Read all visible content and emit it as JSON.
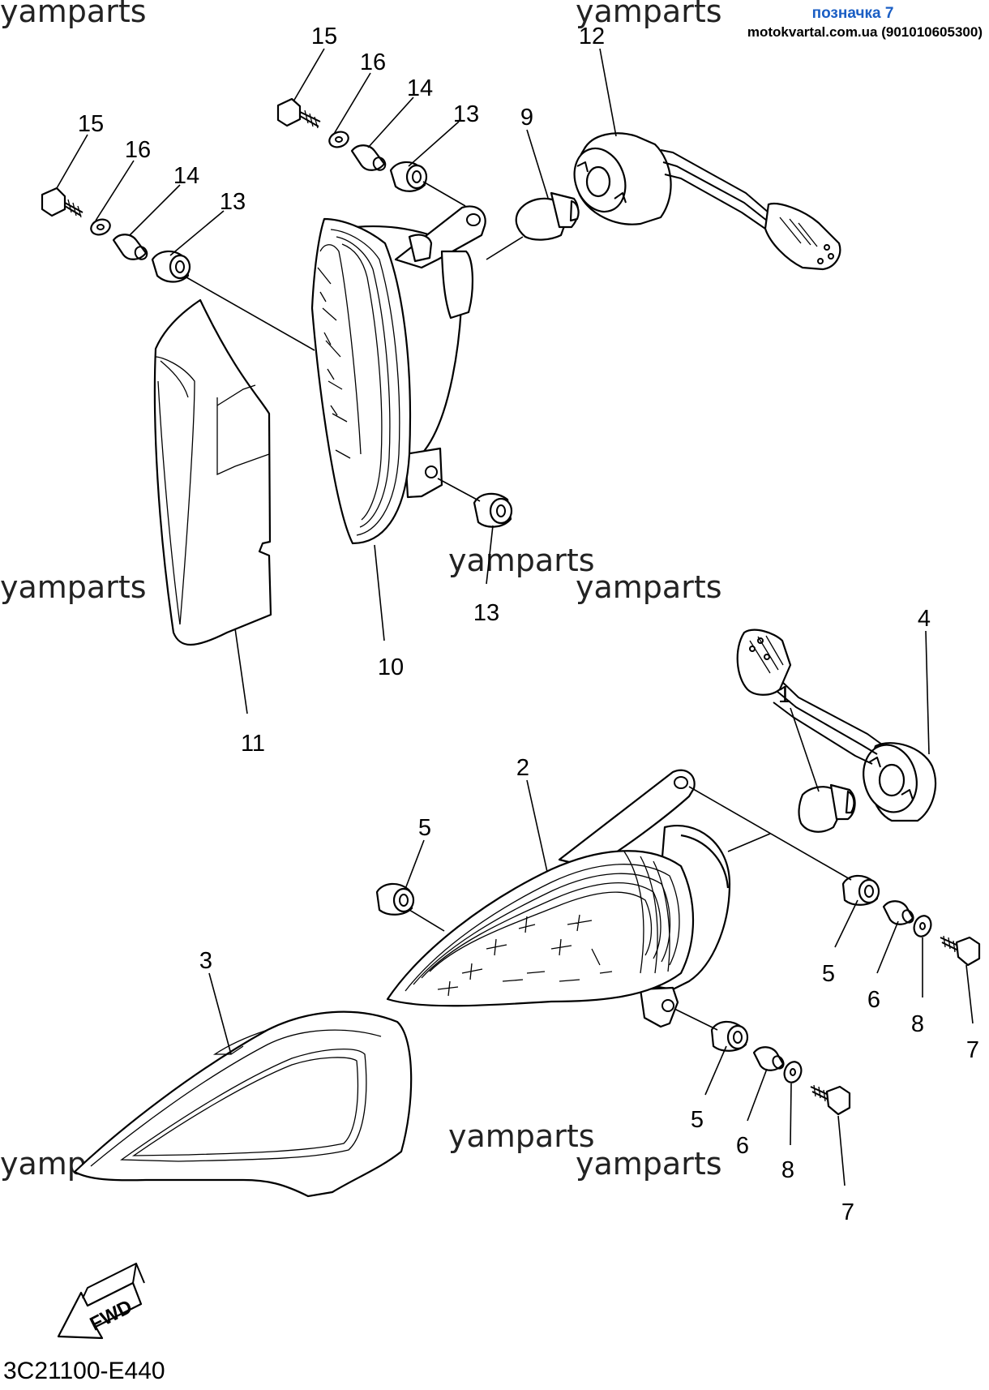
{
  "header": {
    "label": "позначка 7",
    "site": "motokvartal.com.ua (901010605300)"
  },
  "watermark": "yamparts",
  "diagram_code": "3C21100-E440",
  "fwd_label": "FWD",
  "callouts": [
    "15",
    "16",
    "14",
    "13",
    "15",
    "16",
    "14",
    "13",
    "9",
    "12",
    "13",
    "10",
    "11",
    "4",
    "1",
    "2",
    "5",
    "3",
    "5",
    "6",
    "8",
    "7",
    "5",
    "6",
    "8",
    "7"
  ]
}
